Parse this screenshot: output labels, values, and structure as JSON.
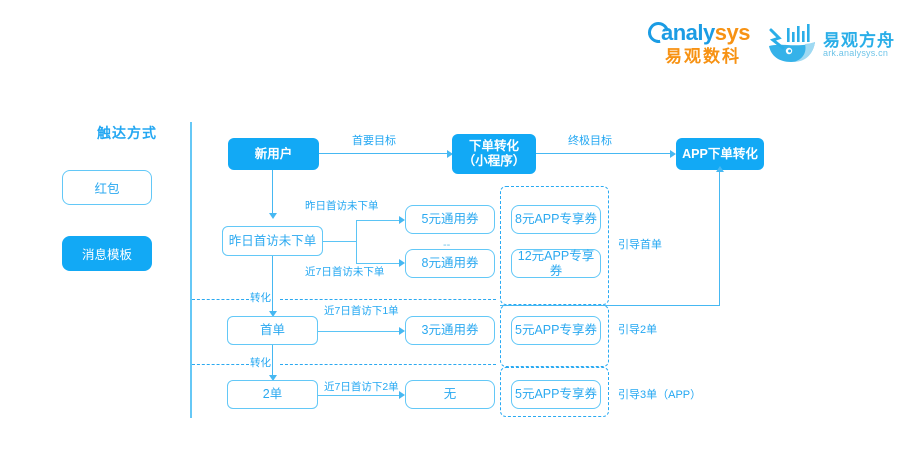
{
  "header": {
    "logo_analysys": {
      "name": "analysys-logo",
      "word_blue": "analy",
      "word_orange": "sys",
      "cn": "易观数科",
      "color_blue": "#1B9CE4",
      "color_orange": "#F79213"
    },
    "logo_ark": {
      "name": "ark-logo",
      "cn": "易观方舟",
      "url": "ark.analysys.cn",
      "color": "#2AAEE8"
    }
  },
  "sidebar": {
    "title": "触达方式",
    "items": [
      {
        "label": "红包",
        "style": "outline"
      },
      {
        "label": "消息模板",
        "style": "filled"
      }
    ]
  },
  "flow": {
    "top": {
      "start_node": "新用户",
      "edge_label_1": "首要目标",
      "mid_node": "下单转化\n（小程序）",
      "edge_label_2": "终极目标",
      "end_node": "APP下单转化"
    },
    "rows": [
      {
        "source": "昨日首访未下单",
        "branches": [
          {
            "condition": "昨日首访未下单",
            "coupon": "5元通用券",
            "app_coupon": "8元APP专享券"
          },
          {
            "condition": "近7日首访未下单",
            "coupon": "8元通用券",
            "app_coupon": "12元APP专享券"
          }
        ],
        "group_label": "引导首单",
        "separator_mark": "--"
      },
      {
        "divider_label": "转化",
        "source": "首单",
        "condition": "近7日首访下1单",
        "coupon": "3元通用券",
        "app_coupon": "5元APP专享券",
        "group_label": "引导2单"
      },
      {
        "divider_label": "转化",
        "source": "2单",
        "condition": "近7日首访下2单",
        "coupon": "无",
        "app_coupon": "5元APP专享券",
        "group_label": "引导3单（APP）"
      }
    ]
  },
  "colors": {
    "primary_fill": "#12A9F5",
    "outline_border": "#63C8F7",
    "text_blue": "#23A7F2",
    "line": "#5BC4F5",
    "dashed": "#29A9F2"
  }
}
